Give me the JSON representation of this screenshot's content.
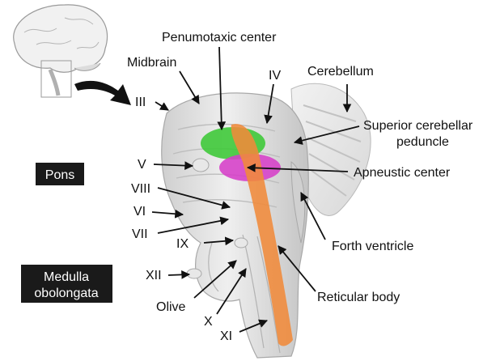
{
  "labels": {
    "pneumotaxic_center": "Penumotaxic center",
    "midbrain": "Midbrain",
    "iv": "IV",
    "cerebellum": "Cerebellum",
    "iii": "III",
    "superior_cerebellar_peduncle_line1": "Superior cerebellar",
    "superior_cerebellar_peduncle_line2": "peduncle",
    "v": "V",
    "apneustic_center": "Apneustic center",
    "viii": "VIII",
    "vi": "VI",
    "vii": "VII",
    "ix": "IX",
    "forth_ventricle": "Forth ventricle",
    "xii": "XII",
    "olive": "Olive",
    "reticular_body": "Reticular body",
    "x": "X",
    "xi": "XI"
  },
  "region_boxes": {
    "pons": "Pons",
    "medulla_line1": "Medulla",
    "medulla_line2": "obolongata"
  },
  "colors": {
    "pneumotaxic_center": "#3fc93a",
    "apneustic_center": "#d63fc8",
    "reticular_body": "#f08a3a",
    "region_box_bg": "#1a1a1a",
    "tissue": "#e4e4e4"
  }
}
